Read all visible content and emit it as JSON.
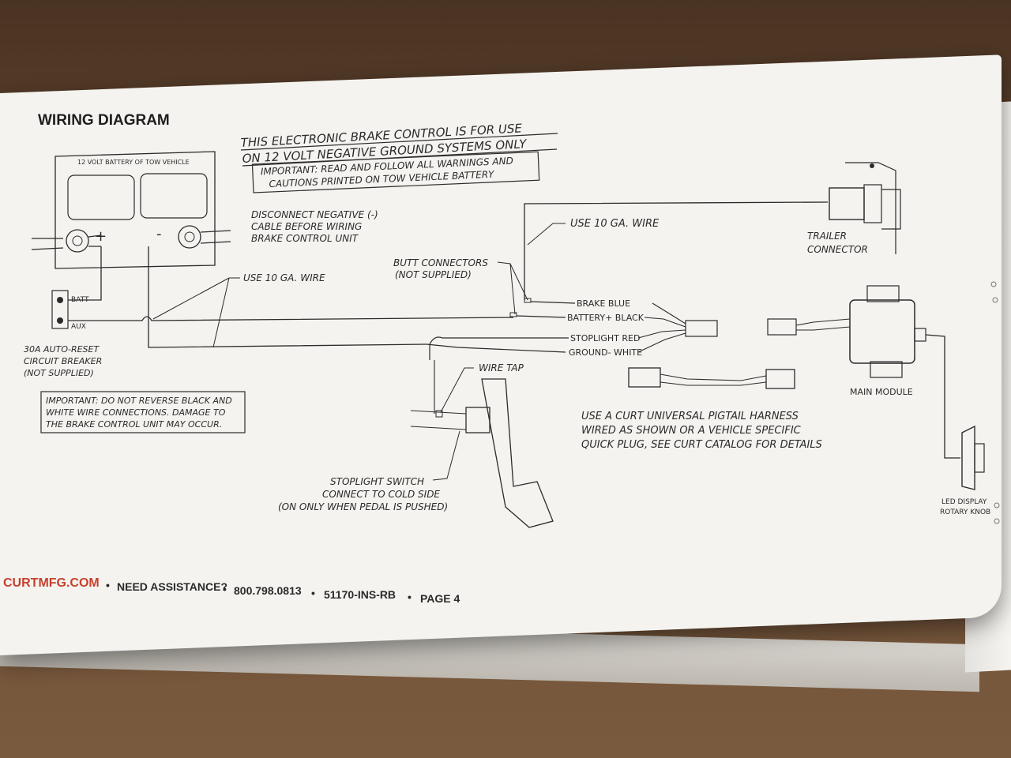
{
  "title": "WIRING DIAGRAM",
  "header_lines": [
    "THIS ELECTRONIC BRAKE CONTROL IS FOR USE",
    "ON 12 VOLT NEGATIVE GROUND SYSTEMS ONLY"
  ],
  "battery_label": "12 VOLT BATTERY OF TOW VEHICLE",
  "battery_plus": "+",
  "battery_minus": "-",
  "important_battery": [
    "IMPORTANT: READ AND FOLLOW ALL WARNINGS AND",
    "CAUTIONS PRINTED ON TOW VEHICLE BATTERY"
  ],
  "disconnect_note": [
    "DISCONNECT NEGATIVE (-)",
    "CABLE BEFORE WIRING",
    "BRAKE CONTROL UNIT"
  ],
  "use_wire_top": "USE 10 GA. WIRE",
  "use_wire_left": "USE 10 GA. WIRE",
  "butt_connectors": [
    "BUTT CONNECTORS",
    "(NOT SUPPLIED)"
  ],
  "trailer_connector": [
    "TRAILER",
    "CONNECTOR"
  ],
  "breaker_batt": "BATT",
  "breaker_aux": "AUX",
  "breaker_label": [
    "30A AUTO-RESET",
    "CIRCUIT BREAKER",
    "(NOT SUPPLIED)"
  ],
  "wires": [
    "BRAKE BLUE",
    "BATTERY+ BLACK",
    "STOPLIGHT RED",
    "GROUND- WHITE"
  ],
  "wire_tap": "WIRE TAP",
  "important_wiring": [
    "IMPORTANT: DO NOT REVERSE BLACK AND",
    "WHITE WIRE CONNECTIONS. DAMAGE TO",
    "THE BRAKE CONTROL UNIT MAY OCCUR."
  ],
  "main_module": "MAIN MODULE",
  "pigtail_note": [
    "USE A CURT UNIVERSAL PIGTAIL HARNESS",
    "WIRED AS SHOWN OR A VEHICLE SPECIFIC",
    "QUICK PLUG, SEE CURT CATALOG FOR DETAILS"
  ],
  "stoplight_switch": [
    "STOPLIGHT SWITCH",
    "CONNECT TO COLD SIDE",
    "(ON ONLY WHEN PEDAL IS PUSHED)"
  ],
  "led_display": [
    "LED DISPLAY",
    "ROTARY KNOB"
  ],
  "footer": {
    "brand": "CURTMFG.COM",
    "bullet": "•",
    "assistance": "NEED ASSISTANCE?",
    "phone": "800.798.0813",
    "code": "51170-INS-RB",
    "page": "PAGE 4"
  },
  "colors": {
    "brand_red": "#c8402e",
    "ink": "#2b2b2b",
    "paper": "#f4f3f0"
  }
}
